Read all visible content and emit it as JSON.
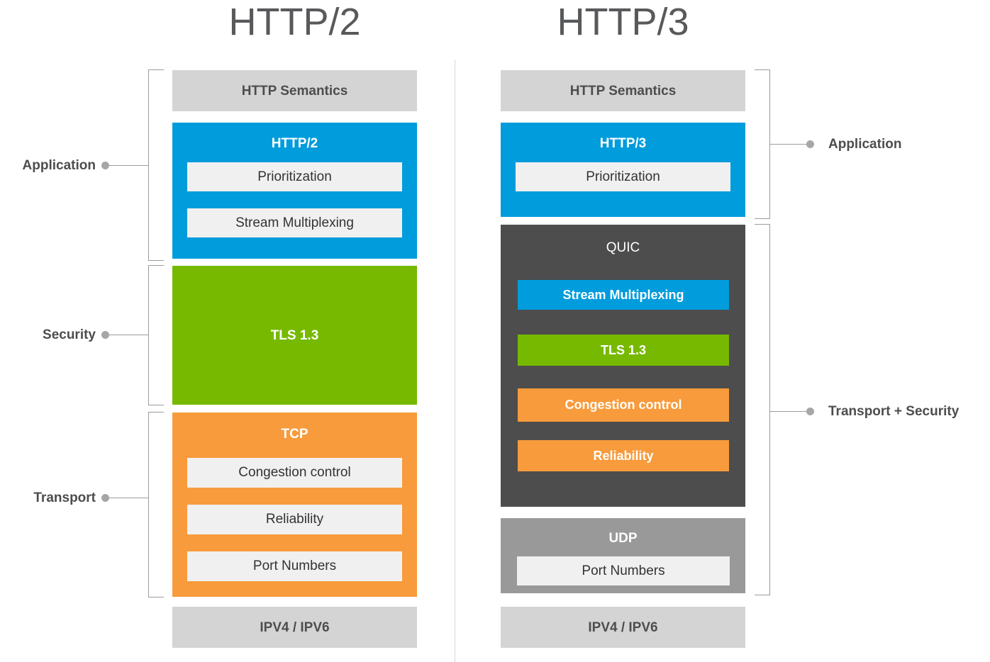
{
  "diagram": {
    "title_left": "HTTP/2",
    "title_right": "HTTP/3"
  },
  "left_column": {
    "name": "HTTP/2",
    "layers": [
      {
        "id": "http-semantics",
        "label": "HTTP Semantics",
        "color": "#d4d4d4",
        "kind": "gray-bar"
      },
      {
        "id": "http2",
        "label": "HTTP/2",
        "color": "#019cdc",
        "kind": "protocol",
        "features": [
          "Prioritization",
          "Stream Multiplexing"
        ]
      },
      {
        "id": "tls13",
        "label": "TLS 1.3",
        "color": "#76b900",
        "kind": "protocol",
        "features": []
      },
      {
        "id": "tcp",
        "label": "TCP",
        "color": "#f89b3c",
        "kind": "protocol",
        "features": [
          "Congestion control",
          "Reliability",
          "Port Numbers"
        ]
      },
      {
        "id": "ip",
        "label": "IPV4 / IPV6",
        "color": "#d4d4d4",
        "kind": "gray-bar"
      }
    ],
    "annotations": [
      {
        "id": "application",
        "label": "Application",
        "side": "left",
        "spans": [
          "http-semantics",
          "http2"
        ]
      },
      {
        "id": "security",
        "label": "Security",
        "side": "left",
        "spans": [
          "tls13"
        ]
      },
      {
        "id": "transport",
        "label": "Transport",
        "side": "left",
        "spans": [
          "tcp"
        ]
      }
    ]
  },
  "right_column": {
    "name": "HTTP/3",
    "layers": [
      {
        "id": "http-semantics",
        "label": "HTTP Semantics",
        "color": "#d4d4d4",
        "kind": "gray-bar"
      },
      {
        "id": "http3",
        "label": "HTTP/3",
        "color": "#019cdc",
        "kind": "protocol",
        "features": [
          "Prioritization"
        ]
      },
      {
        "id": "quic",
        "label": "QUIC",
        "color": "#4d4d4d",
        "kind": "protocol",
        "features": [
          {
            "label": "Stream Multiplexing",
            "color": "#019cdc"
          },
          {
            "label": "TLS 1.3",
            "color": "#76b900"
          },
          {
            "label": "Congestion control",
            "color": "#f89b3c"
          },
          {
            "label": "Reliability",
            "color": "#f89b3c"
          }
        ]
      },
      {
        "id": "udp",
        "label": "UDP",
        "color": "#999999",
        "kind": "protocol",
        "features": [
          "Port Numbers"
        ]
      },
      {
        "id": "ip",
        "label": "IPV4 / IPV6",
        "color": "#d4d4d4",
        "kind": "gray-bar"
      }
    ],
    "annotations": [
      {
        "id": "application",
        "label": "Application",
        "side": "right",
        "spans": [
          "http-semantics",
          "http3"
        ]
      },
      {
        "id": "transport-security",
        "label": "Transport + Security",
        "side": "right",
        "spans": [
          "quic",
          "udp"
        ]
      }
    ]
  },
  "colors": {
    "blue": "#019cdc",
    "green": "#76b900",
    "orange": "#f89b3c",
    "dark_gray": "#4d4d4d",
    "medium_gray": "#999999",
    "light_gray": "#d4d4d4",
    "chip_gray": "#f0f0f0",
    "bracket_gray": "#9c9c9c",
    "title_gray": "#58595b",
    "divider": "#d9d9d9"
  }
}
